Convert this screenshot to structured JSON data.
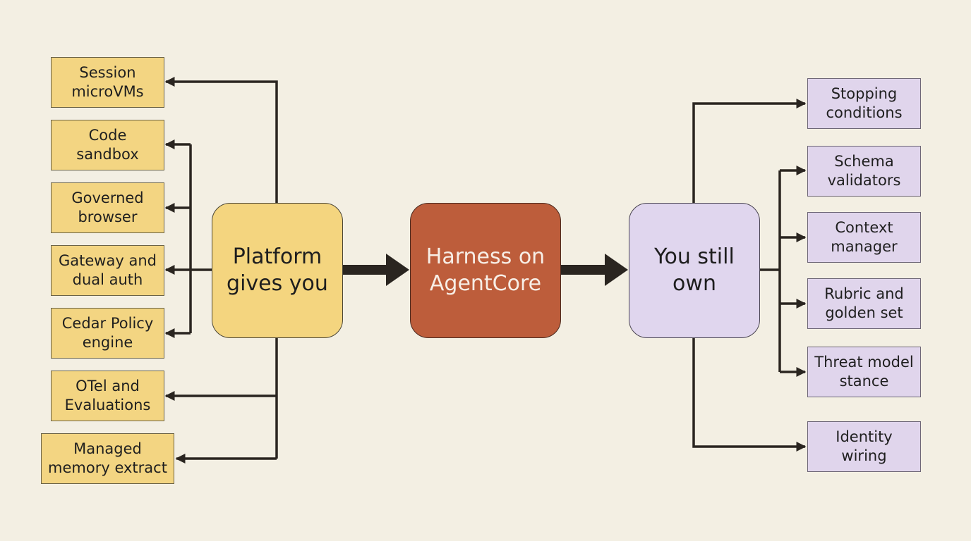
{
  "colors": {
    "background": "#f3efe3",
    "platform_fill": "#f4d57f",
    "harness_fill": "#bd5d3b",
    "own_fill": "#e0d6ee",
    "connector": "#2a2520"
  },
  "hubs": {
    "platform": "Platform\ngives you",
    "harness": "Harness on\nAgentCore",
    "own": "You still\nown"
  },
  "platform_items": [
    "Session\nmicroVMs",
    "Code\nsandbox",
    "Governed\nbrowser",
    "Gateway and\ndual auth",
    "Cedar Policy\nengine",
    "OTel and\nEvaluations",
    "Managed\nmemory extract"
  ],
  "own_items": [
    "Stopping\nconditions",
    "Schema\nvalidators",
    "Context\nmanager",
    "Rubric and\ngolden set",
    "Threat model\nstance",
    "Identity\nwiring"
  ]
}
